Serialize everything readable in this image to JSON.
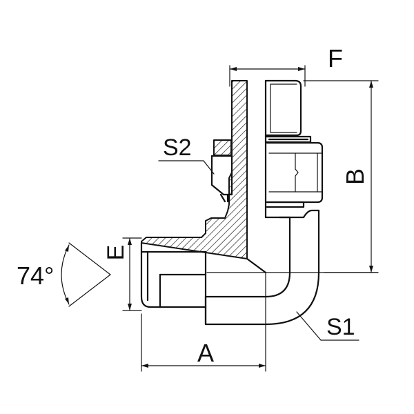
{
  "labels": {
    "f": "F",
    "b": "B",
    "s2": "S2",
    "e": "E",
    "angle": "74°",
    "s1": "S1",
    "a": "A"
  }
}
